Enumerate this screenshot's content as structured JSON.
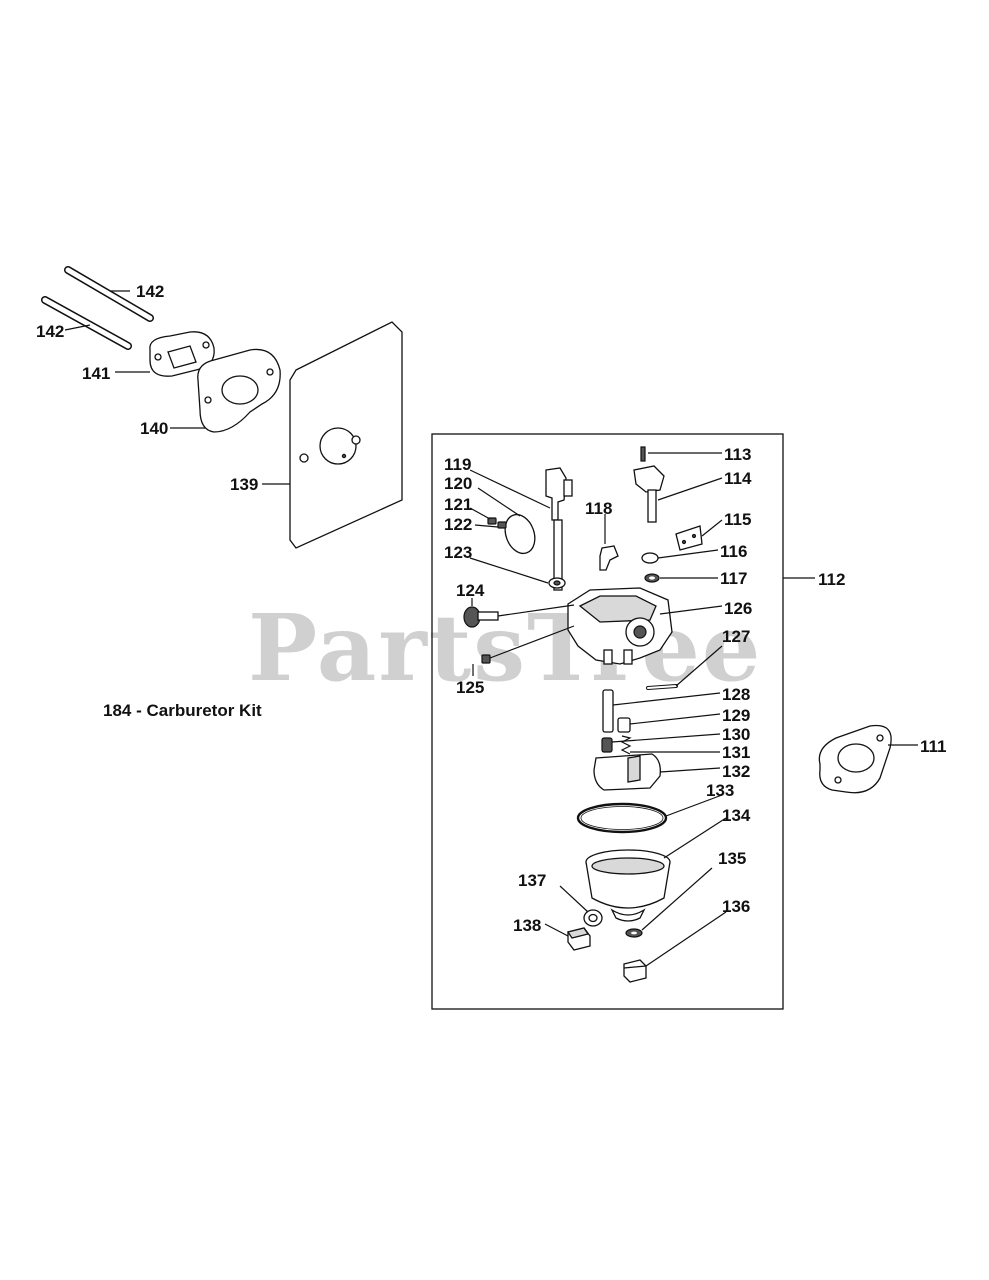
{
  "watermark": "PartsTree",
  "kit_label": "184 - Carburetor Kit",
  "callouts": {
    "p111": "111",
    "p112": "112",
    "p113": "113",
    "p114": "114",
    "p115": "115",
    "p116": "116",
    "p117": "117",
    "p118": "118",
    "p119": "119",
    "p120": "120",
    "p121": "121",
    "p122": "122",
    "p123": "123",
    "p124": "124",
    "p125": "125",
    "p126": "126",
    "p127": "127",
    "p128": "128",
    "p129": "129",
    "p130": "130",
    "p131": "131",
    "p132": "132",
    "p133": "133",
    "p134": "134",
    "p135": "135",
    "p136": "136",
    "p137": "137",
    "p138": "138",
    "p139": "139",
    "p140": "140",
    "p141": "141",
    "p142a": "142",
    "p142b": "142"
  }
}
